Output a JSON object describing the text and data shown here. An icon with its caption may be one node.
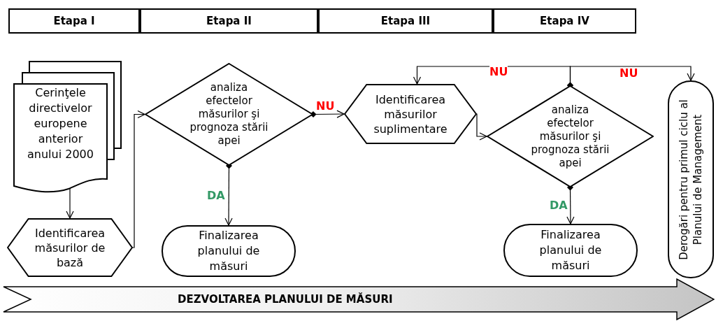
{
  "diagram": {
    "nodes": [
      {
        "text": [
          "Etapa I"
        ]
      },
      {
        "text": [
          "Etapa II"
        ]
      },
      {
        "text": [
          "Etapa III"
        ]
      },
      {
        "text": [
          "Etapa IV"
        ]
      },
      {
        "text": [
          "Cerinţele directivelor europene anterior anului 2000"
        ]
      },
      {
        "text": [
          "Identificarea măsurilor de bază"
        ]
      },
      {
        "text": [
          "analiza efectelor măsurilor şi prognoza stării apei"
        ]
      },
      {
        "text": [
          "Finalizarea planului de măsuri"
        ]
      },
      {
        "text": [
          "Identificarea măsurilor suplimentare"
        ]
      },
      {
        "text": [
          "analiza efectelor măsurilor şi prognoza stării apei"
        ]
      },
      {
        "text": [
          "Finalizarea planului de măsuri"
        ]
      },
      {
        "text": [
          "Derogări pentru primul ciclu al Planului de Management"
        ]
      },
      {
        "text": [
          "DEZVOLTAREA PLANULUI DE MĂSURI"
        ]
      }
    ],
    "edges": [
      {
        "from": 4,
        "to": 5,
        "arrow": "to"
      },
      {
        "from": 5,
        "to": 6,
        "arrow": "to"
      },
      {
        "from": 6,
        "to": 8,
        "arrow": "to",
        "label": "NU"
      },
      {
        "from": 6,
        "to": 7,
        "arrow": "to",
        "label": "DA"
      },
      {
        "from": 8,
        "to": 9,
        "arrow": "to"
      },
      {
        "from": 9,
        "to": 8,
        "arrow": "to",
        "label": "NU"
      },
      {
        "from": 9,
        "to": 11,
        "arrow": "to",
        "label": "NU"
      },
      {
        "from": 9,
        "to": 10,
        "arrow": "to",
        "label": "DA"
      }
    ]
  }
}
